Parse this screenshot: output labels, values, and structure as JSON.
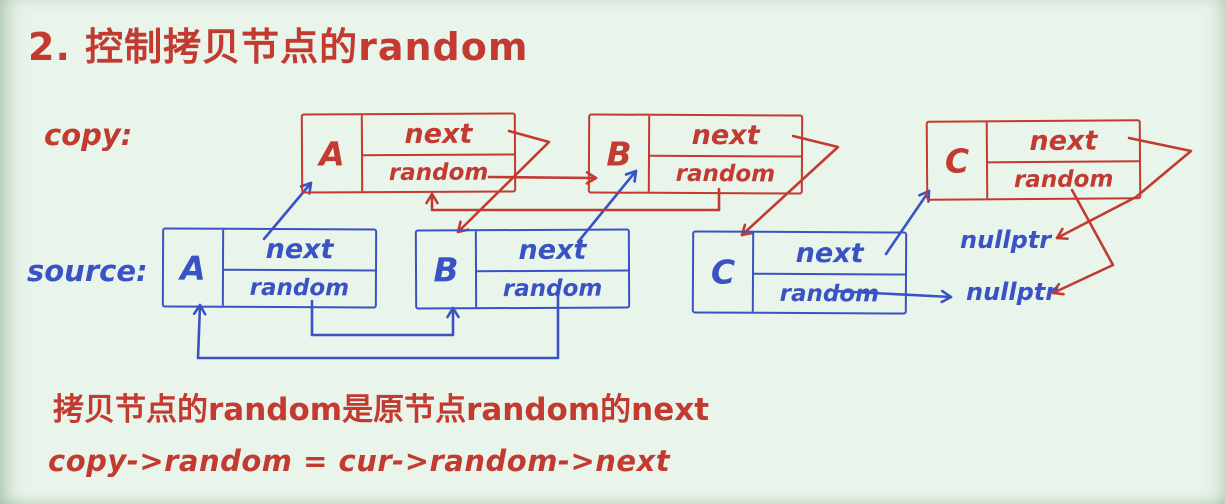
{
  "title": "2. 控制拷贝节点的random",
  "row_labels": {
    "copy": "copy:",
    "source": "source:"
  },
  "nodes": {
    "copy": [
      {
        "label": "A",
        "next_label": "next",
        "random_label": "random"
      },
      {
        "label": "B",
        "next_label": "next",
        "random_label": "random"
      },
      {
        "label": "C",
        "next_label": "next",
        "random_label": "random"
      }
    ],
    "source": [
      {
        "label": "A",
        "next_label": "next",
        "random_label": "random"
      },
      {
        "label": "B",
        "next_label": "next",
        "random_label": "random"
      },
      {
        "label": "C",
        "next_label": "next",
        "random_label": "random"
      }
    ]
  },
  "nullptr_labels": {
    "first": "nullptr",
    "second": "nullptr"
  },
  "notes": [
    "拷贝节点的random是原节点random的next",
    "copy->random = cur->random->next"
  ],
  "arrows": [
    {
      "color": "blue",
      "from": "source-A.next",
      "to": "copy-A"
    },
    {
      "color": "blue",
      "from": "source-B.next",
      "to": "copy-B"
    },
    {
      "color": "blue",
      "from": "source-C.next",
      "to": "copy-C"
    },
    {
      "color": "blue",
      "from": "source-A.random",
      "to": "source-B"
    },
    {
      "color": "blue",
      "from": "source-B.random",
      "to": "source-A"
    },
    {
      "color": "blue",
      "from": "source-C.random",
      "to": "nullptr"
    },
    {
      "color": "red",
      "from": "copy-A.next",
      "to": "source-B"
    },
    {
      "color": "red",
      "from": "copy-B.next",
      "to": "source-C"
    },
    {
      "color": "red",
      "from": "copy-C.next",
      "to": "nullptr"
    },
    {
      "color": "red",
      "from": "copy-A.random",
      "to": "copy-B"
    },
    {
      "color": "red",
      "from": "copy-B.random",
      "to": "copy-A"
    },
    {
      "color": "red",
      "from": "copy-C.random",
      "to": "nullptr"
    }
  ],
  "colors": {
    "copy_red": "#c23a30",
    "source_blue": "#3a53c4",
    "background": "#e9f4ea"
  }
}
